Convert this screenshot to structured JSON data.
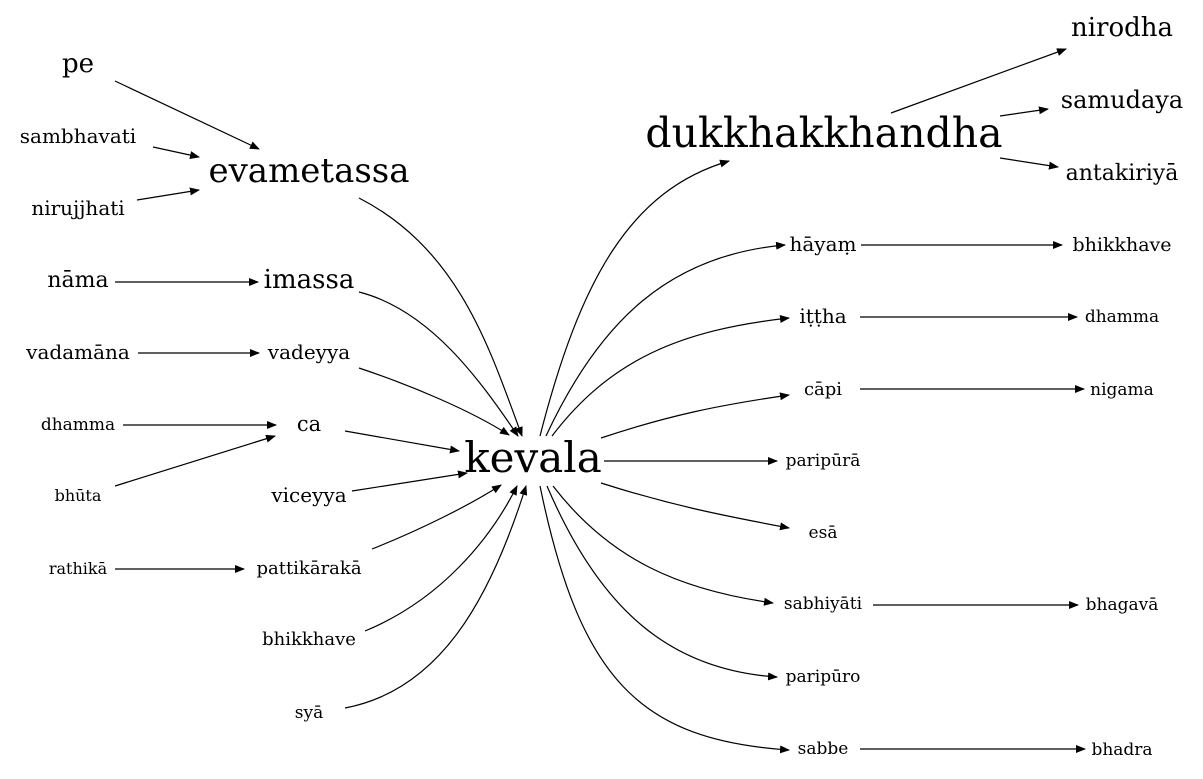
{
  "graph": {
    "nodes": {
      "pe": "pe",
      "sambhavati": "sambhavati",
      "nirujjhati": "nirujjhati",
      "evametassa": "evametassa",
      "nama": "nāma",
      "imassa": "imassa",
      "vadamana": "vadamāna",
      "vadeyya": "vadeyya",
      "dhamma_l": "dhamma",
      "ca": "ca",
      "bhuta": "bhūta",
      "viceyya": "viceyya",
      "rathika": "rathikā",
      "pattikaraka": "pattikārakā",
      "bhikkhave_l": "bhikkhave",
      "sya": "syā",
      "kevala": "kevala",
      "dukkhakkhandha": "dukkhakkhandha",
      "nirodha": "nirodha",
      "samudaya": "samudaya",
      "antakiriya": "antakiriyā",
      "hayam": "hāyaṃ",
      "bhikkhave_r": "bhikkhave",
      "ittha": "iṭṭha",
      "dhamma_r": "dhamma",
      "capi": "cāpi",
      "nigama": "nigama",
      "paripura": "paripūrā",
      "esa": "esā",
      "sabhiyati": "sabhiyāti",
      "bhagava": "bhagavā",
      "paripuro": "paripūro",
      "sabbe": "sabbe",
      "bhadra": "bhadra"
    },
    "edges": [
      [
        "pe",
        "evametassa"
      ],
      [
        "sambhavati",
        "evametassa"
      ],
      [
        "nirujjhati",
        "evametassa"
      ],
      [
        "nama",
        "imassa"
      ],
      [
        "vadamana",
        "vadeyya"
      ],
      [
        "dhamma_l",
        "ca"
      ],
      [
        "bhuta",
        "ca"
      ],
      [
        "rathika",
        "pattikaraka"
      ],
      [
        "evametassa",
        "kevala"
      ],
      [
        "imassa",
        "kevala"
      ],
      [
        "vadeyya",
        "kevala"
      ],
      [
        "ca",
        "kevala"
      ],
      [
        "viceyya",
        "kevala"
      ],
      [
        "pattikaraka",
        "kevala"
      ],
      [
        "bhikkhave_l",
        "kevala"
      ],
      [
        "sya",
        "kevala"
      ],
      [
        "kevala",
        "dukkhakkhandha"
      ],
      [
        "kevala",
        "hayam"
      ],
      [
        "kevala",
        "ittha"
      ],
      [
        "kevala",
        "capi"
      ],
      [
        "kevala",
        "paripura"
      ],
      [
        "kevala",
        "esa"
      ],
      [
        "kevala",
        "sabhiyati"
      ],
      [
        "kevala",
        "paripuro"
      ],
      [
        "kevala",
        "sabbe"
      ],
      [
        "dukkhakkhandha",
        "nirodha"
      ],
      [
        "dukkhakkhandha",
        "samudaya"
      ],
      [
        "dukkhakkhandha",
        "antakiriya"
      ],
      [
        "hayam",
        "bhikkhave_r"
      ],
      [
        "ittha",
        "dhamma_r"
      ],
      [
        "capi",
        "nigama"
      ],
      [
        "sabhiyati",
        "bhagava"
      ],
      [
        "sabbe",
        "bhadra"
      ]
    ]
  }
}
